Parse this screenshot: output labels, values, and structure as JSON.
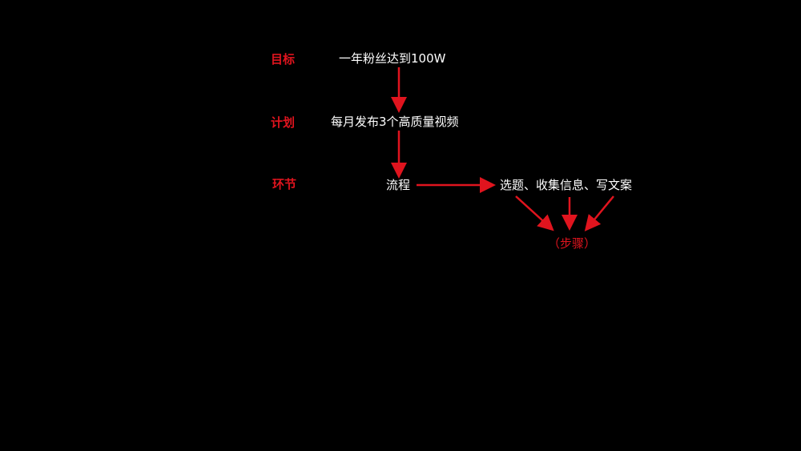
{
  "colors": {
    "background": "#000000",
    "accent": "#e0141e",
    "text": "#ffffff"
  },
  "diagram": {
    "goal_label": "目标",
    "goal_text": "一年粉丝达到100W",
    "plan_label": "计划",
    "plan_text": "每月发布3个高质量视频",
    "stage_label": "环节",
    "process_text": "流程",
    "steps_text": "选题、收集信息、写文案",
    "steps_caption": "（步骤）"
  }
}
